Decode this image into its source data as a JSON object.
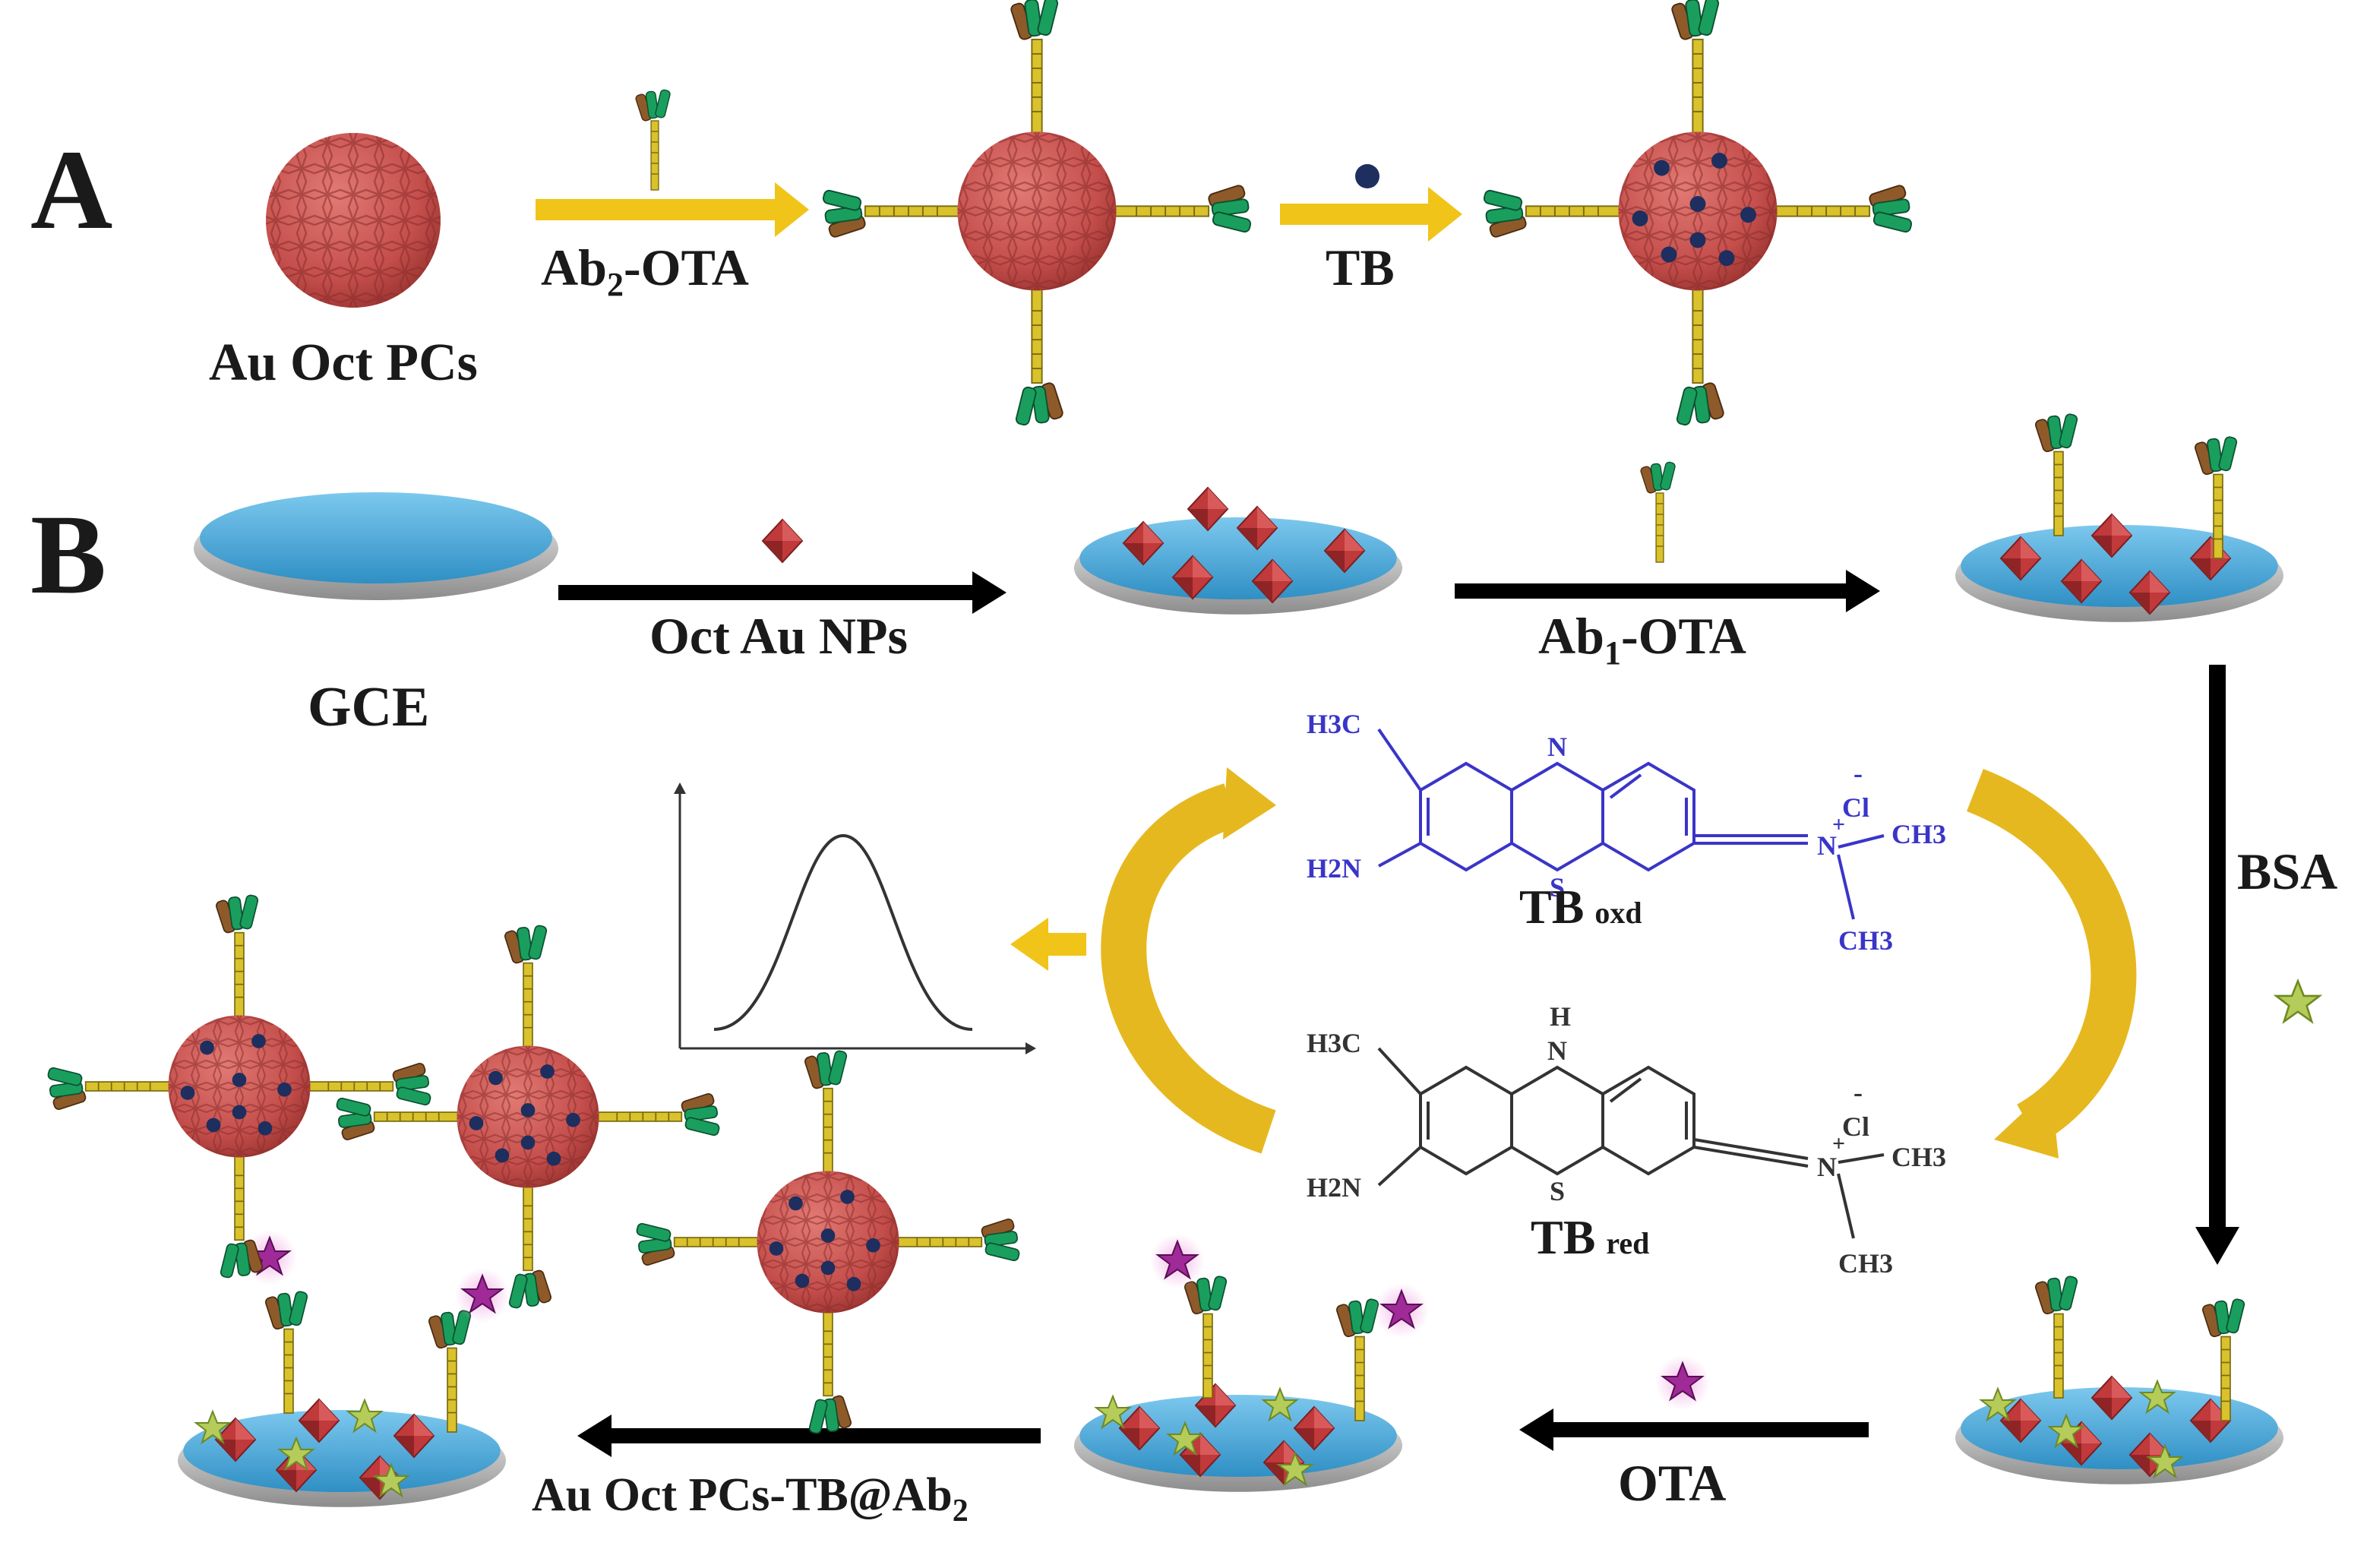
{
  "panels": {
    "a": {
      "letter": "A",
      "nanoparticle_label": "Au Oct PCs",
      "step1_label_main": "Ab",
      "step1_label_sub": "2",
      "step1_label_tail": "-OTA",
      "step2_label": "TB"
    },
    "b": {
      "letter": "B",
      "electrode_label": "GCE",
      "step1_label": "Oct Au NPs",
      "step2_label_main": "Ab",
      "step2_label_sub": "1",
      "step2_label_tail": "-OTA",
      "step3_label": "BSA",
      "step4_label": "OTA",
      "step5_label_main": "Au Oct PCs-TB@Ab",
      "step5_label_sub": "2"
    }
  },
  "molecules": {
    "oxidized": {
      "name": "TB",
      "state": "oxd",
      "groups": {
        "methyl": "H3C",
        "amine": "H2N",
        "ring_n": "N",
        "ring_s": "S",
        "counter_ion": "Cl",
        "charge_minus": "-",
        "charge_plus": "+",
        "n_atom": "N",
        "me1": "CH3",
        "me2": "CH3"
      }
    },
    "reduced": {
      "name": "TB",
      "state": "red",
      "groups": {
        "methyl": "H3C",
        "amine": "H2N",
        "ring_nh": "H",
        "ring_n": "N",
        "ring_s": "S",
        "counter_ion": "Cl",
        "charge_minus": "-",
        "charge_plus": "+",
        "n_atom": "N",
        "me1": "CH3",
        "me2": "CH3"
      }
    }
  },
  "colors": {
    "gold_arrow": "#f0c419",
    "black_arrow": "#000000",
    "nanoparticle": "#cc4f4f",
    "electrode_top": "#3b9fd2",
    "electrode_rim": "#c4c4c4",
    "oct_np": "#c0393b",
    "antibody_stem": "#d9c22b",
    "antibody_arm_green": "#1a9e5e",
    "antibody_arm_brown": "#8f5a2a",
    "tb_dot": "#1e2e5e",
    "bsa_star": "#b5cc5a",
    "ota_star": "#a02a98",
    "ox_structure": "#3a35c8",
    "red_structure": "#333333"
  }
}
